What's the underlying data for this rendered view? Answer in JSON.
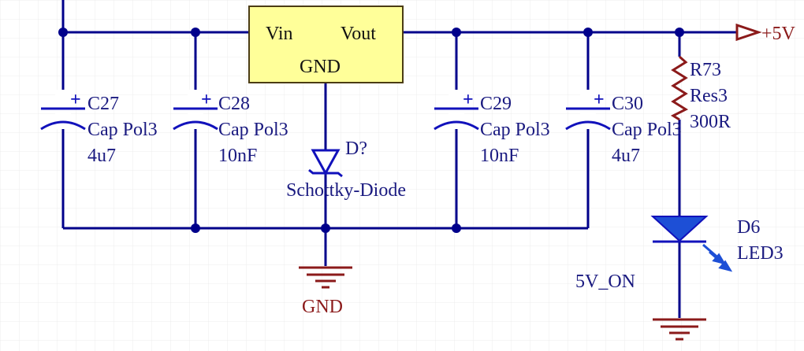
{
  "colors": {
    "wire": "#00008b",
    "component": "#1111bb",
    "label": "#1a1a80",
    "ground_label": "#8b1a1a",
    "power_label": "#8b1a1a",
    "regulator_fill": "#ffff99",
    "regulator_stroke": "#4b3c14",
    "grid": "#e8e8e8",
    "led_fill": "#1d4fd6"
  },
  "regulator": {
    "vin_pin": "Vin",
    "vout_pin": "Vout",
    "gnd_pin": "GND"
  },
  "power_port": {
    "label": "+5V"
  },
  "ground_symbols": {
    "main_label": "GND"
  },
  "capacitors": [
    {
      "designator": "C27",
      "type": "Cap Pol3",
      "value": "4u7",
      "polarity_mark": "+"
    },
    {
      "designator": "C28",
      "type": "Cap Pol3",
      "value": "10nF",
      "polarity_mark": "+"
    },
    {
      "designator": "C29",
      "type": "Cap Pol3",
      "value": "10nF",
      "polarity_mark": "+"
    },
    {
      "designator": "C30",
      "type": "Cap Pol3",
      "value": "4u7",
      "polarity_mark": "+"
    }
  ],
  "diode": {
    "designator": "D?",
    "type": "Schottky-Diode"
  },
  "resistor": {
    "designator": "R73",
    "type": "Res3",
    "value": "300R"
  },
  "led": {
    "designator": "D6",
    "type": "LED3",
    "net_label": "5V_ON"
  }
}
